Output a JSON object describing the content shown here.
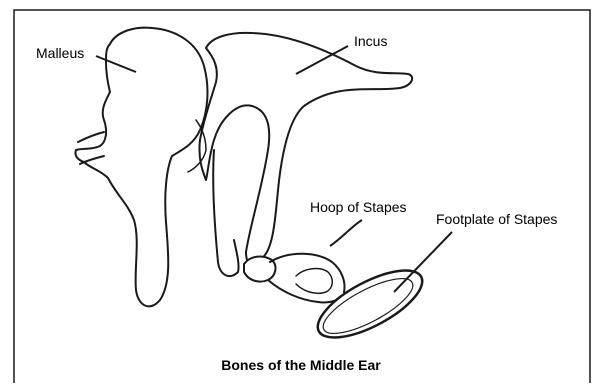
{
  "diagram": {
    "caption": "Bones of the Middle Ear",
    "labels": {
      "malleus": "Malleus",
      "incus": "Incus",
      "hoop_of_stapes": "Hoop of Stapes",
      "footplate_of_stapes": "Footplate of Stapes"
    },
    "colors": {
      "stroke": "#1a1a1a",
      "text": "#000000",
      "background": "#ffffff"
    }
  }
}
